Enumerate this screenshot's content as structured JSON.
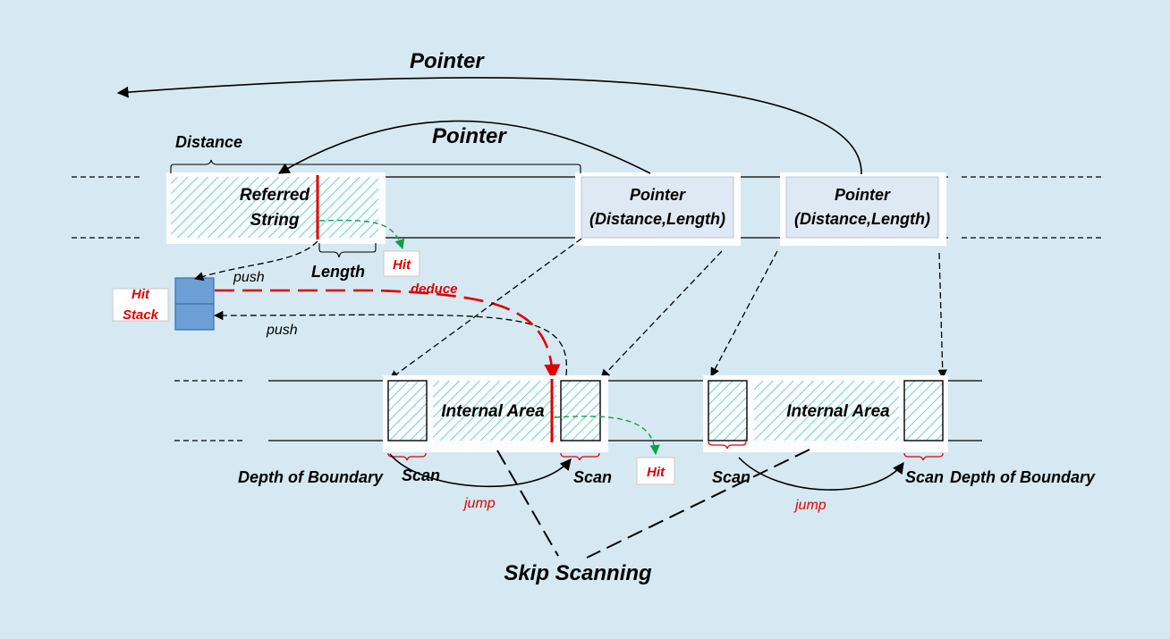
{
  "labels": {
    "pointer_top": "Pointer",
    "pointer_mid": "Pointer",
    "distance": "Distance",
    "length": "Length",
    "referred_string_1": "Referred",
    "referred_string_2": "String",
    "ptr_box1_line1": "Pointer",
    "ptr_box1_line2": "(Distance,Length)",
    "ptr_box2_line1": "Pointer",
    "ptr_box2_line2": "(Distance,Length)",
    "hit_top": "Hit",
    "hit_bottom": "Hit",
    "hit_stack_1": "Hit",
    "hit_stack_2": "Stack",
    "push_1": "push",
    "push_2": "push",
    "deduce": "deduce",
    "internal_area_1": "Internal Area",
    "internal_area_2": "Internal Area",
    "depth_left": "Depth of Boundary",
    "depth_right": "Depth of Boundary",
    "scan_1": "Scan",
    "scan_2": "Scan",
    "scan_3": "Scan",
    "scan_4": "Scan",
    "jump_1": "jump",
    "jump_2": "jump",
    "skip_scanning": "Skip Scanning"
  },
  "colors": {
    "background": "#d6e9f3",
    "hatch": "#3ec6c6",
    "highlight": "#e00000",
    "green_arrow": "#10a040",
    "stack_fill": "#6b9fd6",
    "pointer_box_fill": "#dfe9f3"
  }
}
